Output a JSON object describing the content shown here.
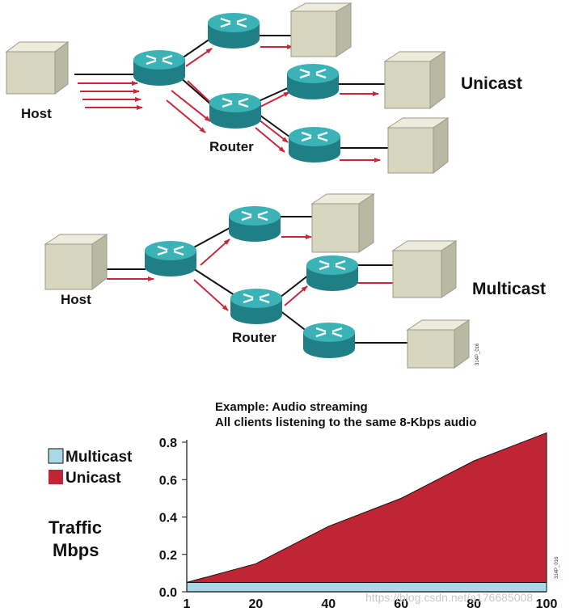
{
  "unicast_diagram": {
    "title": "Unicast",
    "host_label": "Host",
    "router_label": "Router"
  },
  "multicast_diagram": {
    "title": "Multicast",
    "host_label": "Host",
    "router_label": "Router",
    "figure_code": "314P_016"
  },
  "colors": {
    "router": "#2f9ea3",
    "host_box": "#d7d6bf",
    "arrow": "#c8283a",
    "unicast_fill": "#c02535",
    "multicast_fill": "#a9d9e6"
  },
  "chart_data": {
    "type": "area",
    "title": "Example: Audio streaming",
    "subtitle": "All clients listening to the same 8-Kbps audio",
    "ylabel_line1": "Traffic",
    "ylabel_line2": "Mbps",
    "x": [
      1,
      20,
      40,
      60,
      80,
      100
    ],
    "xticks": [
      "1",
      "20",
      "40",
      "60",
      "80",
      "100"
    ],
    "yticks": [
      "0.0",
      "0.2",
      "0.4",
      "0.6",
      "0.8"
    ],
    "xlim": [
      1,
      100
    ],
    "ylim": [
      0,
      0.8
    ],
    "series": [
      {
        "name": "Multicast",
        "values": [
          0.05,
          0.05,
          0.05,
          0.05,
          0.05,
          0.05
        ]
      },
      {
        "name": "Unicast",
        "values": [
          0.05,
          0.15,
          0.35,
          0.5,
          0.7,
          0.85
        ]
      }
    ],
    "figure_code": "314P_016",
    "watermark": "https://blog.csdn.net/a176685008"
  }
}
